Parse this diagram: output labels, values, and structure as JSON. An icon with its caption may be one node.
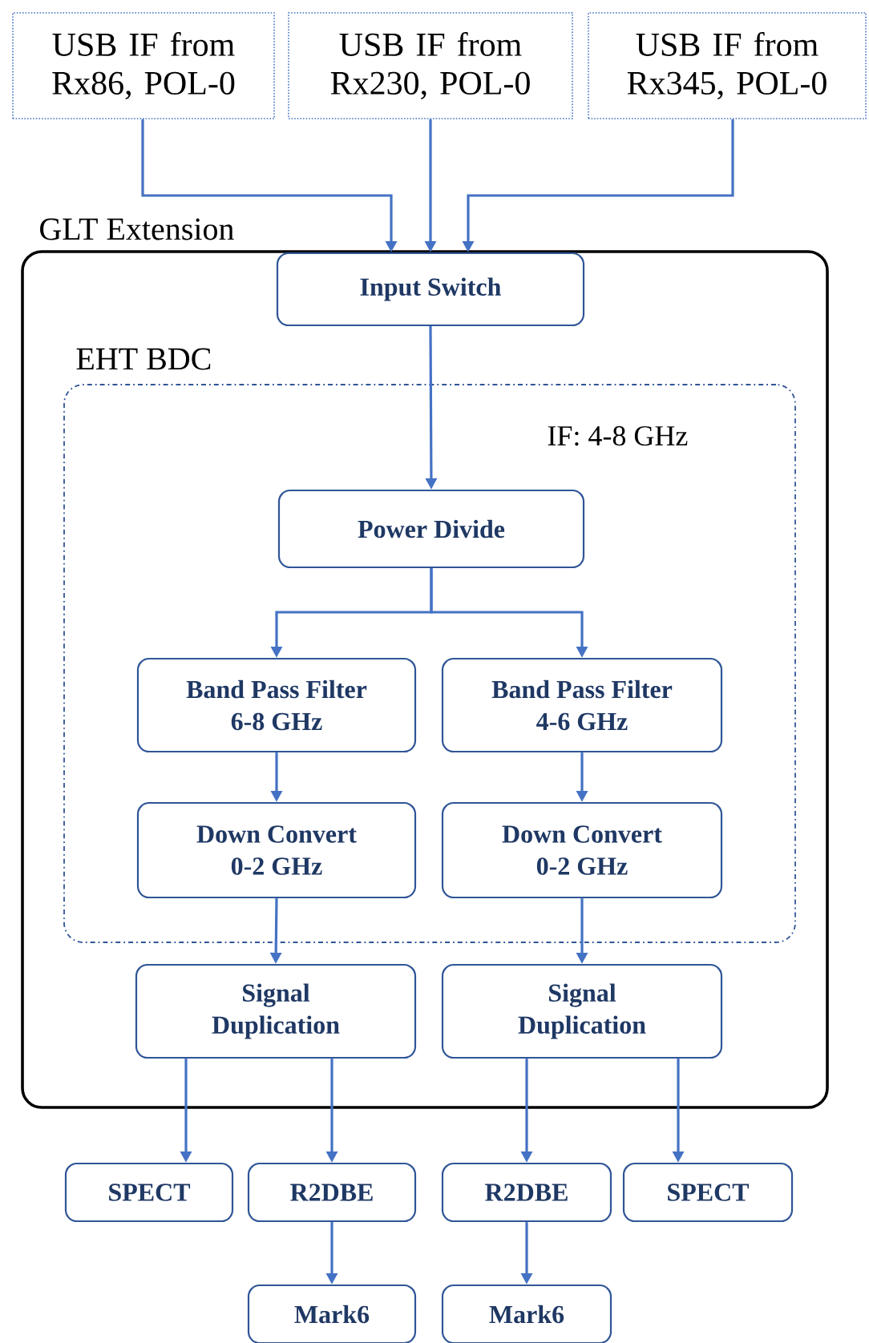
{
  "diagram": {
    "nodes": [
      {
        "text": [
          "USB IF from Rx86, POL-0"
        ]
      },
      {
        "text": [
          "USB IF from Rx230, POL-0"
        ]
      },
      {
        "text": [
          "USB IF from Rx345, POL-0"
        ]
      },
      {
        "text": [
          "GLT Extension"
        ]
      },
      {
        "text": [
          "Input Switch"
        ],
        "in": 3
      },
      {
        "text": [
          "EHT BDC"
        ],
        "in": 3
      },
      {
        "text": [
          "Power Divide"
        ],
        "in": 5
      },
      {
        "text": [
          "Band Pass Filter 6-8 GHz"
        ],
        "in": 5
      },
      {
        "text": [
          "Band Pass Filter 4-6 GHz"
        ],
        "in": 5
      },
      {
        "text": [
          "Down Convert 0-2 GHz"
        ],
        "in": 5
      },
      {
        "text": [
          "Down Convert 0-2 GHz"
        ],
        "in": 5
      },
      {
        "text": [
          "Signal Duplication"
        ],
        "in": 3
      },
      {
        "text": [
          "Signal Duplication"
        ],
        "in": 3
      },
      {
        "text": [
          "SPECT"
        ]
      },
      {
        "text": [
          "R2DBE"
        ]
      },
      {
        "text": [
          "R2DBE"
        ]
      },
      {
        "text": [
          "SPECT"
        ]
      },
      {
        "text": [
          "Mark6"
        ]
      },
      {
        "text": [
          "Mark6"
        ]
      }
    ],
    "edges": [
      {
        "from": 0,
        "to": 4,
        "arrow": "to"
      },
      {
        "from": 1,
        "to": 4,
        "arrow": "to"
      },
      {
        "from": 2,
        "to": 4,
        "arrow": "to"
      },
      {
        "from": 4,
        "to": 6,
        "arrow": "to",
        "label": "IF: 4-8 GHz"
      },
      {
        "from": 6,
        "to": 7,
        "arrow": "to"
      },
      {
        "from": 6,
        "to": 8,
        "arrow": "to"
      },
      {
        "from": 7,
        "to": 9,
        "arrow": "to"
      },
      {
        "from": 8,
        "to": 10,
        "arrow": "to"
      },
      {
        "from": 9,
        "to": 11,
        "arrow": "to"
      },
      {
        "from": 10,
        "to": 12,
        "arrow": "to"
      },
      {
        "from": 11,
        "to": 13,
        "arrow": "to"
      },
      {
        "from": 11,
        "to": 14,
        "arrow": "to"
      },
      {
        "from": 12,
        "to": 15,
        "arrow": "to"
      },
      {
        "from": 12,
        "to": 16,
        "arrow": "to"
      },
      {
        "from": 14,
        "to": 17,
        "arrow": "to"
      },
      {
        "from": 15,
        "to": 18,
        "arrow": "to"
      }
    ]
  }
}
